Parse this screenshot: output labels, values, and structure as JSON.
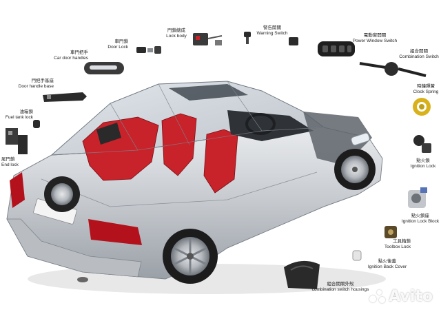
{
  "parts": [
    {
      "id": "door-lock",
      "zh": "車門鎖",
      "en": "Door Lock"
    },
    {
      "id": "lock-body",
      "zh": "門鎖總成",
      "en": "Lock body"
    },
    {
      "id": "warning-switch",
      "zh": "警告開關",
      "en": "Warning Switch"
    },
    {
      "id": "power-window-switch",
      "zh": "電動窗開關",
      "en": "Power Window Switch"
    },
    {
      "id": "car-door-handles",
      "zh": "車門把手",
      "en": "Car door handles"
    },
    {
      "id": "combination-switch",
      "zh": "組合開關",
      "en": "Combination Switch"
    },
    {
      "id": "door-handle-base",
      "zh": "門把手基座",
      "en": "Door handle base"
    },
    {
      "id": "clock-spring",
      "zh": "時鐘彈簧",
      "en": "Clock Spring"
    },
    {
      "id": "fuel-tank-lock",
      "zh": "油箱鎖",
      "en": "Fuel tank lock"
    },
    {
      "id": "ignition-lock",
      "zh": "點火鎖",
      "en": "Ignition Lock"
    },
    {
      "id": "end-lock",
      "zh": "尾門鎖",
      "en": "End lock"
    },
    {
      "id": "ignition-lock-block",
      "zh": "點火鎖座",
      "en": "Ignition Lock Block"
    },
    {
      "id": "toolbox-lock",
      "zh": "工具箱鎖",
      "en": "Toolbox Lock"
    },
    {
      "id": "ignition-back-cover",
      "zh": "點火後蓋",
      "en": "Ignition Back Cover"
    },
    {
      "id": "combination-switch-housings",
      "zh": "組合開關外殼",
      "en": "combination switch housings"
    }
  ],
  "watermark": {
    "text": "Avito"
  },
  "colors": {
    "body": "#c9ccd0",
    "glass": "#aeb7c0",
    "interior": "#c8222a",
    "tail": "#b3121c",
    "part": "#2b2b2b"
  }
}
